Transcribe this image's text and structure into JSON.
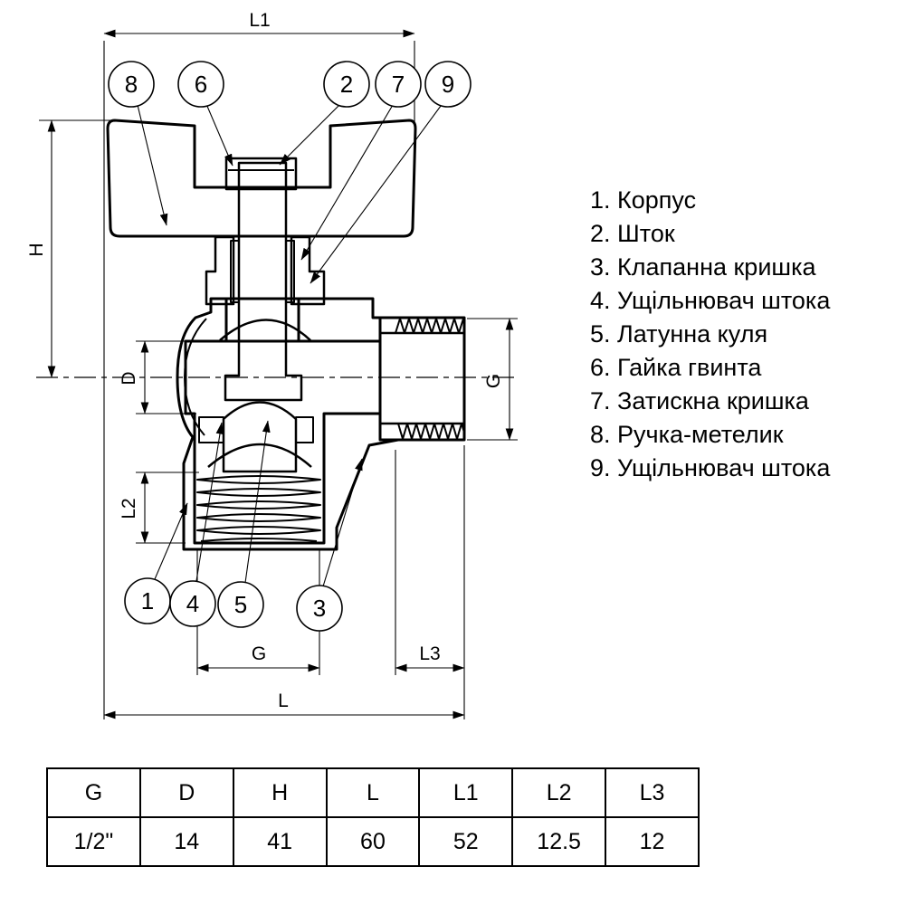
{
  "drawing": {
    "dim_labels": {
      "L1": "L1",
      "H": "H",
      "D": "D",
      "L2": "L2",
      "G_side": "G",
      "G_bottom": "G",
      "L3": "L3",
      "L": "L"
    },
    "callouts_top": [
      "8",
      "6",
      "2",
      "7",
      "9"
    ],
    "callouts_bottom": [
      "1",
      "4",
      "5",
      "3"
    ],
    "colors": {
      "outline": "#000000",
      "hatch": "#1d1d3d",
      "paper": "#ffffff"
    }
  },
  "parts_list": {
    "items": [
      "1. Корпус",
      "2. Шток",
      "3. Клапанна кришка",
      "4. Ущільнювач штока",
      "5. Латунна куля",
      "6. Гайка гвинта",
      "7. Затискна кришка",
      "8. Ручка-метелик",
      "9. Ущільнювач штока"
    ]
  },
  "dimensions_table": {
    "headers": [
      "G",
      "D",
      "H",
      "L",
      "L1",
      "L2",
      "L3"
    ],
    "values": [
      "1/2\"",
      "14",
      "41",
      "60",
      "52",
      "12.5",
      "12"
    ]
  }
}
